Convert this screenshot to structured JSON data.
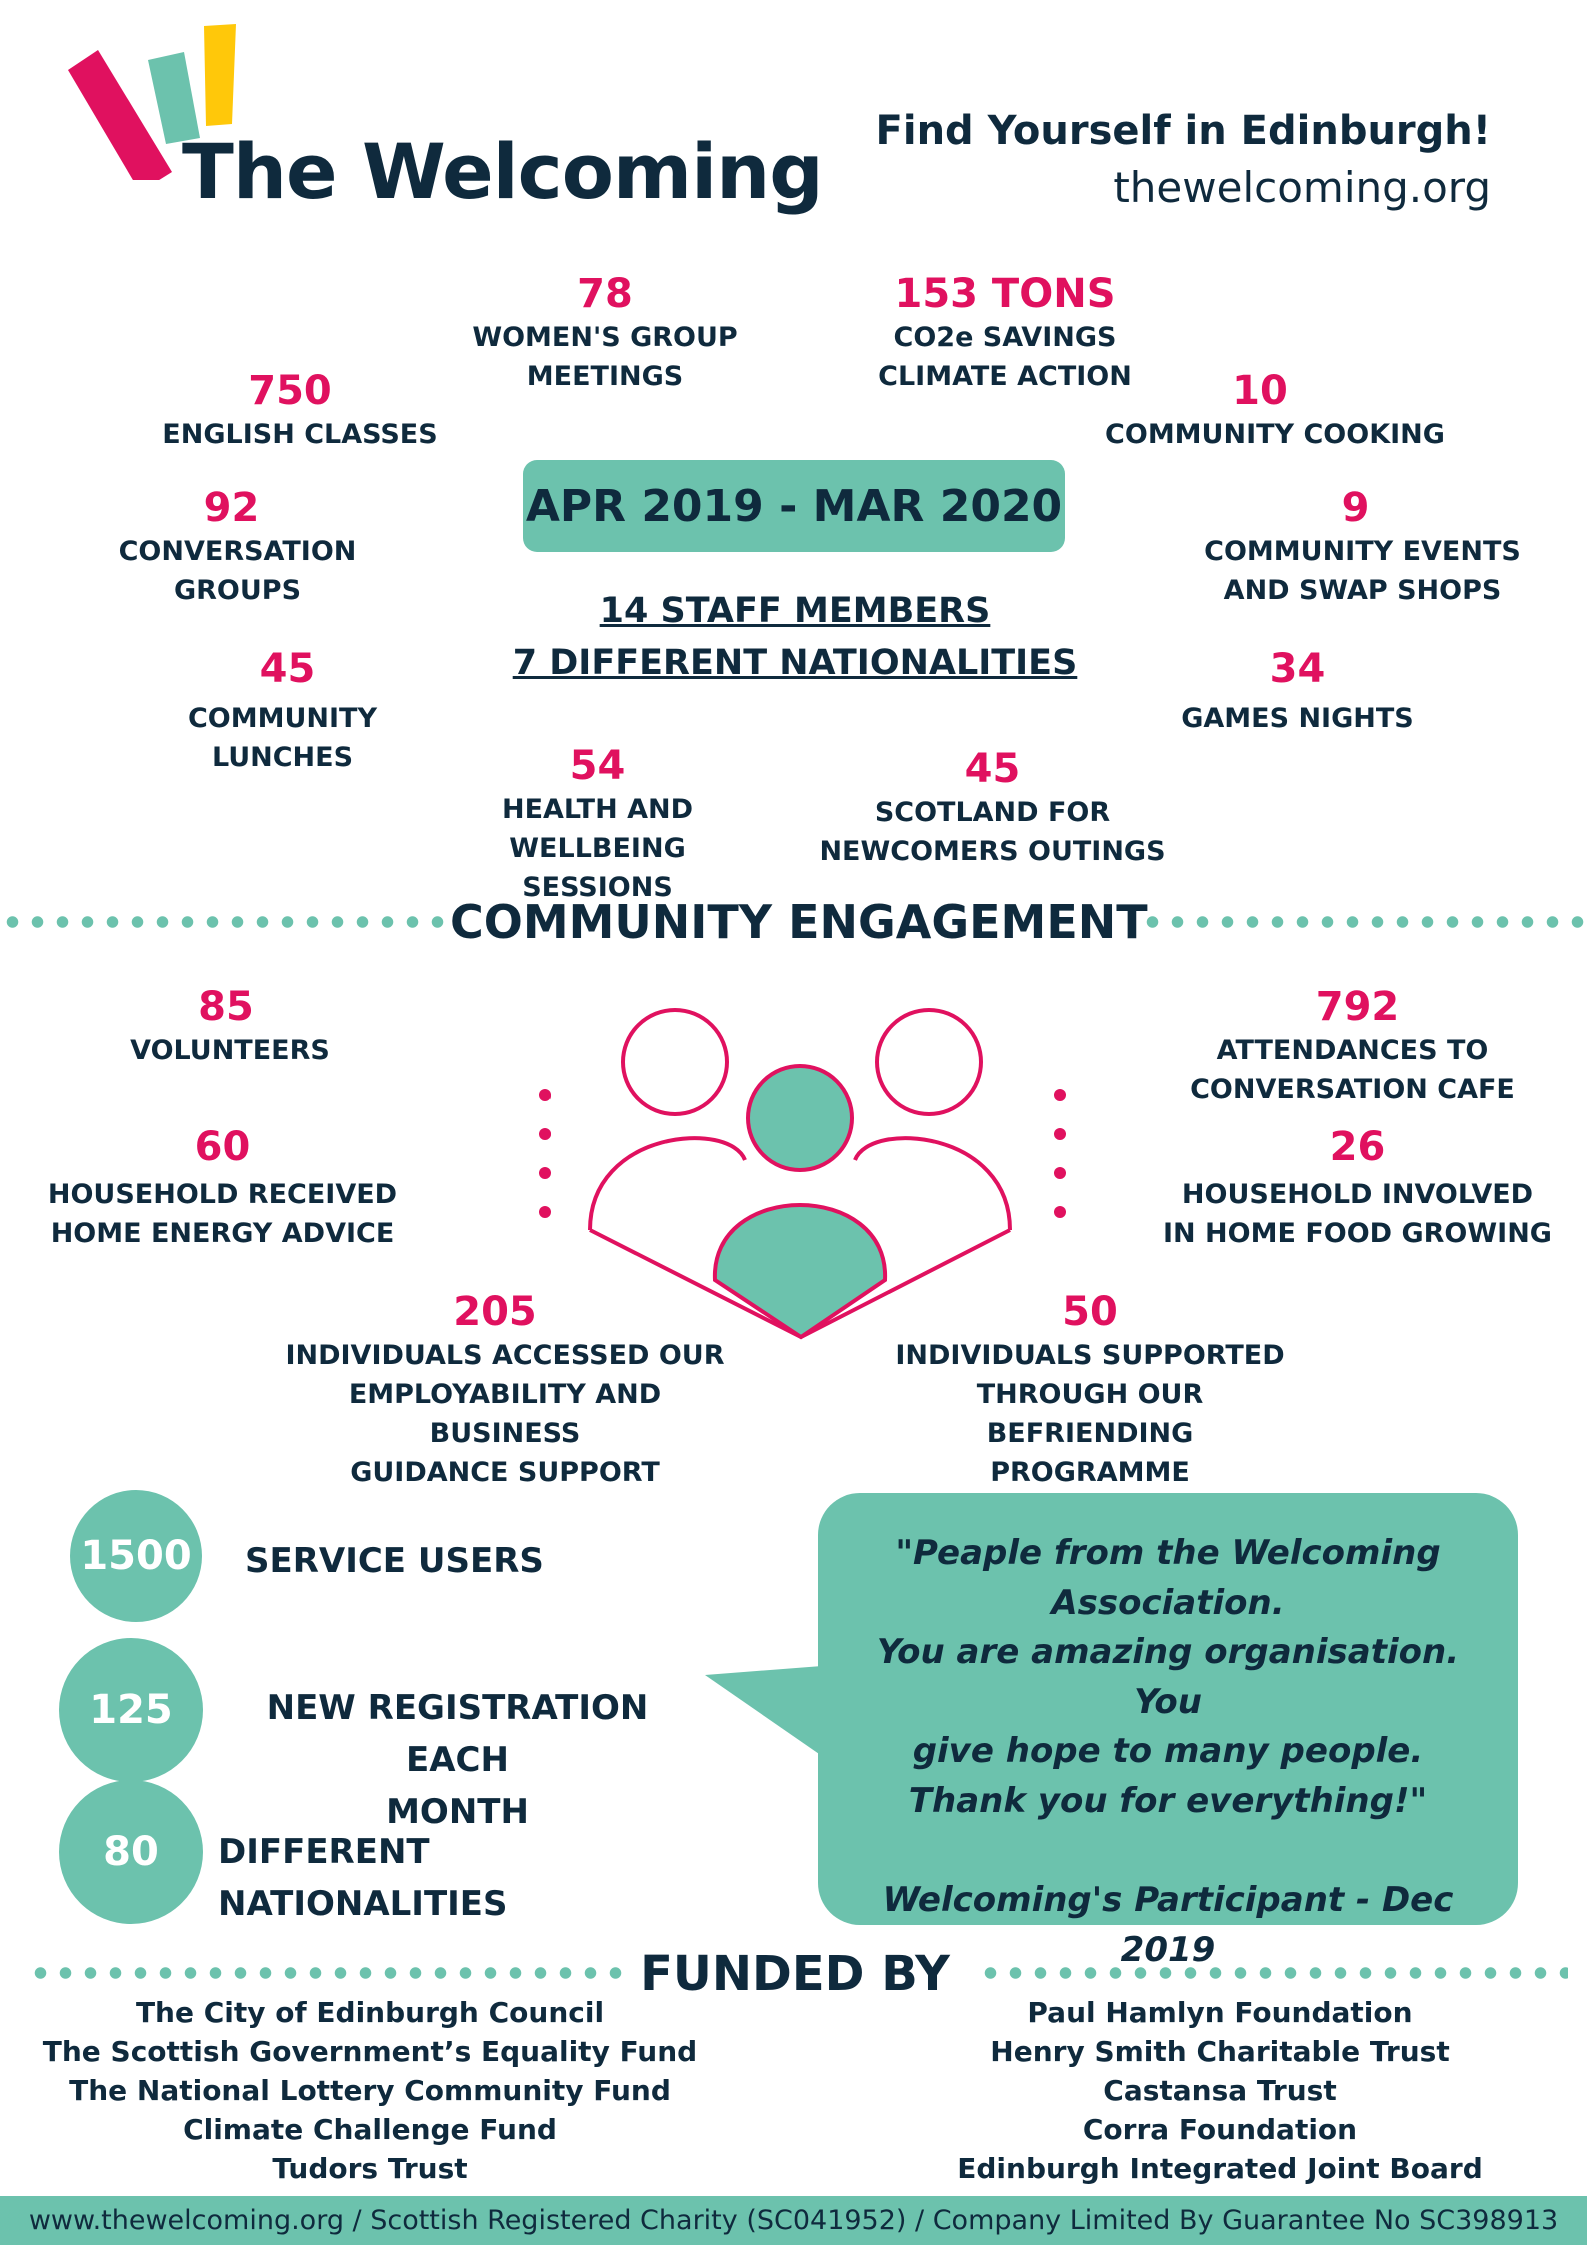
{
  "brand": {
    "name": "The Welcoming",
    "tagline": "Find Yourself in Edinburgh!",
    "url": "thewelcoming.org"
  },
  "colors": {
    "teal": "#6cc2ad",
    "pink": "#e0115f",
    "navy": "#0f2a3d",
    "yellow": "#ffc80a"
  },
  "period": "APR 2019 - MAR 2020",
  "staff": {
    "line1": "14 STAFF MEMBERS",
    "line2": "7 DIFFERENT NATIONALITIES"
  },
  "activities": [
    {
      "num": "78",
      "label": "WOMEN'S GROUP\nMEETINGS"
    },
    {
      "num": "153 TONS",
      "label": "CO2e SAVINGS\nCLIMATE ACTION"
    },
    {
      "num": "750",
      "label": "ENGLISH CLASSES"
    },
    {
      "num": "10",
      "label": "COMMUNITY COOKING"
    },
    {
      "num": "92",
      "label": "CONVERSATION\nGROUPS"
    },
    {
      "num": "9",
      "label": "COMMUNITY EVENTS\nAND SWAP SHOPS"
    },
    {
      "num": "45",
      "label": "COMMUNITY LUNCHES"
    },
    {
      "num": "34",
      "label": "GAMES NIGHTS"
    },
    {
      "num": "54",
      "label": "HEALTH AND WELLBEING\nSESSIONS"
    },
    {
      "num": "45",
      "label": "SCOTLAND FOR\nNEWCOMERS OUTINGS"
    }
  ],
  "engagement": {
    "title": "COMMUNITY ENGAGEMENT",
    "icon": "people-group-icon",
    "stats": [
      {
        "num": "85",
        "label": "VOLUNTEERS"
      },
      {
        "num": "792",
        "label": "ATTENDANCES TO\nCONVERSATION CAFE"
      },
      {
        "num": "60",
        "label": "HOUSEHOLD RECEIVED\nHOME ENERGY ADVICE"
      },
      {
        "num": "26",
        "label": "HOUSEHOLD INVOLVED\nIN HOME FOOD GROWING"
      },
      {
        "num": "205",
        "label": "INDIVIDUALS ACCESSED OUR\nEMPLOYABILITY AND BUSINESS\nGUIDANCE SUPPORT"
      },
      {
        "num": "50",
        "label": "INDIVIDUALS SUPPORTED\nTHROUGH OUR BEFRIENDING\nPROGRAMME"
      }
    ]
  },
  "reach": [
    {
      "num": "1500",
      "label": "SERVICE USERS"
    },
    {
      "num": "125",
      "label": "NEW REGISTRATION EACH\nMONTH"
    },
    {
      "num": "80",
      "label": "DIFFERENT NATIONALITIES"
    }
  ],
  "quote": {
    "text": "\"Peaple from the Welcoming\nAssociation.\nYou are amazing organisation. You\ngive hope to many people.\nThank you for everything!\"",
    "attribution": "Welcoming's Participant - Dec 2019"
  },
  "funded": {
    "title": "FUNDED BY",
    "left": [
      "The City of Edinburgh Council",
      "The Scottish Government’s Equality Fund",
      "The National Lottery Community Fund",
      "Climate Challenge Fund",
      "Tudors Trust"
    ],
    "right": [
      "Paul Hamlyn Foundation",
      "Henry Smith Charitable Trust",
      "Castansa Trust",
      "Corra Foundation",
      "Edinburgh Integrated Joint Board"
    ]
  },
  "footer": "www.thewelcoming.org / Scottish Registered Charity (SC041952) / Company Limited By Guarantee No SC398913"
}
